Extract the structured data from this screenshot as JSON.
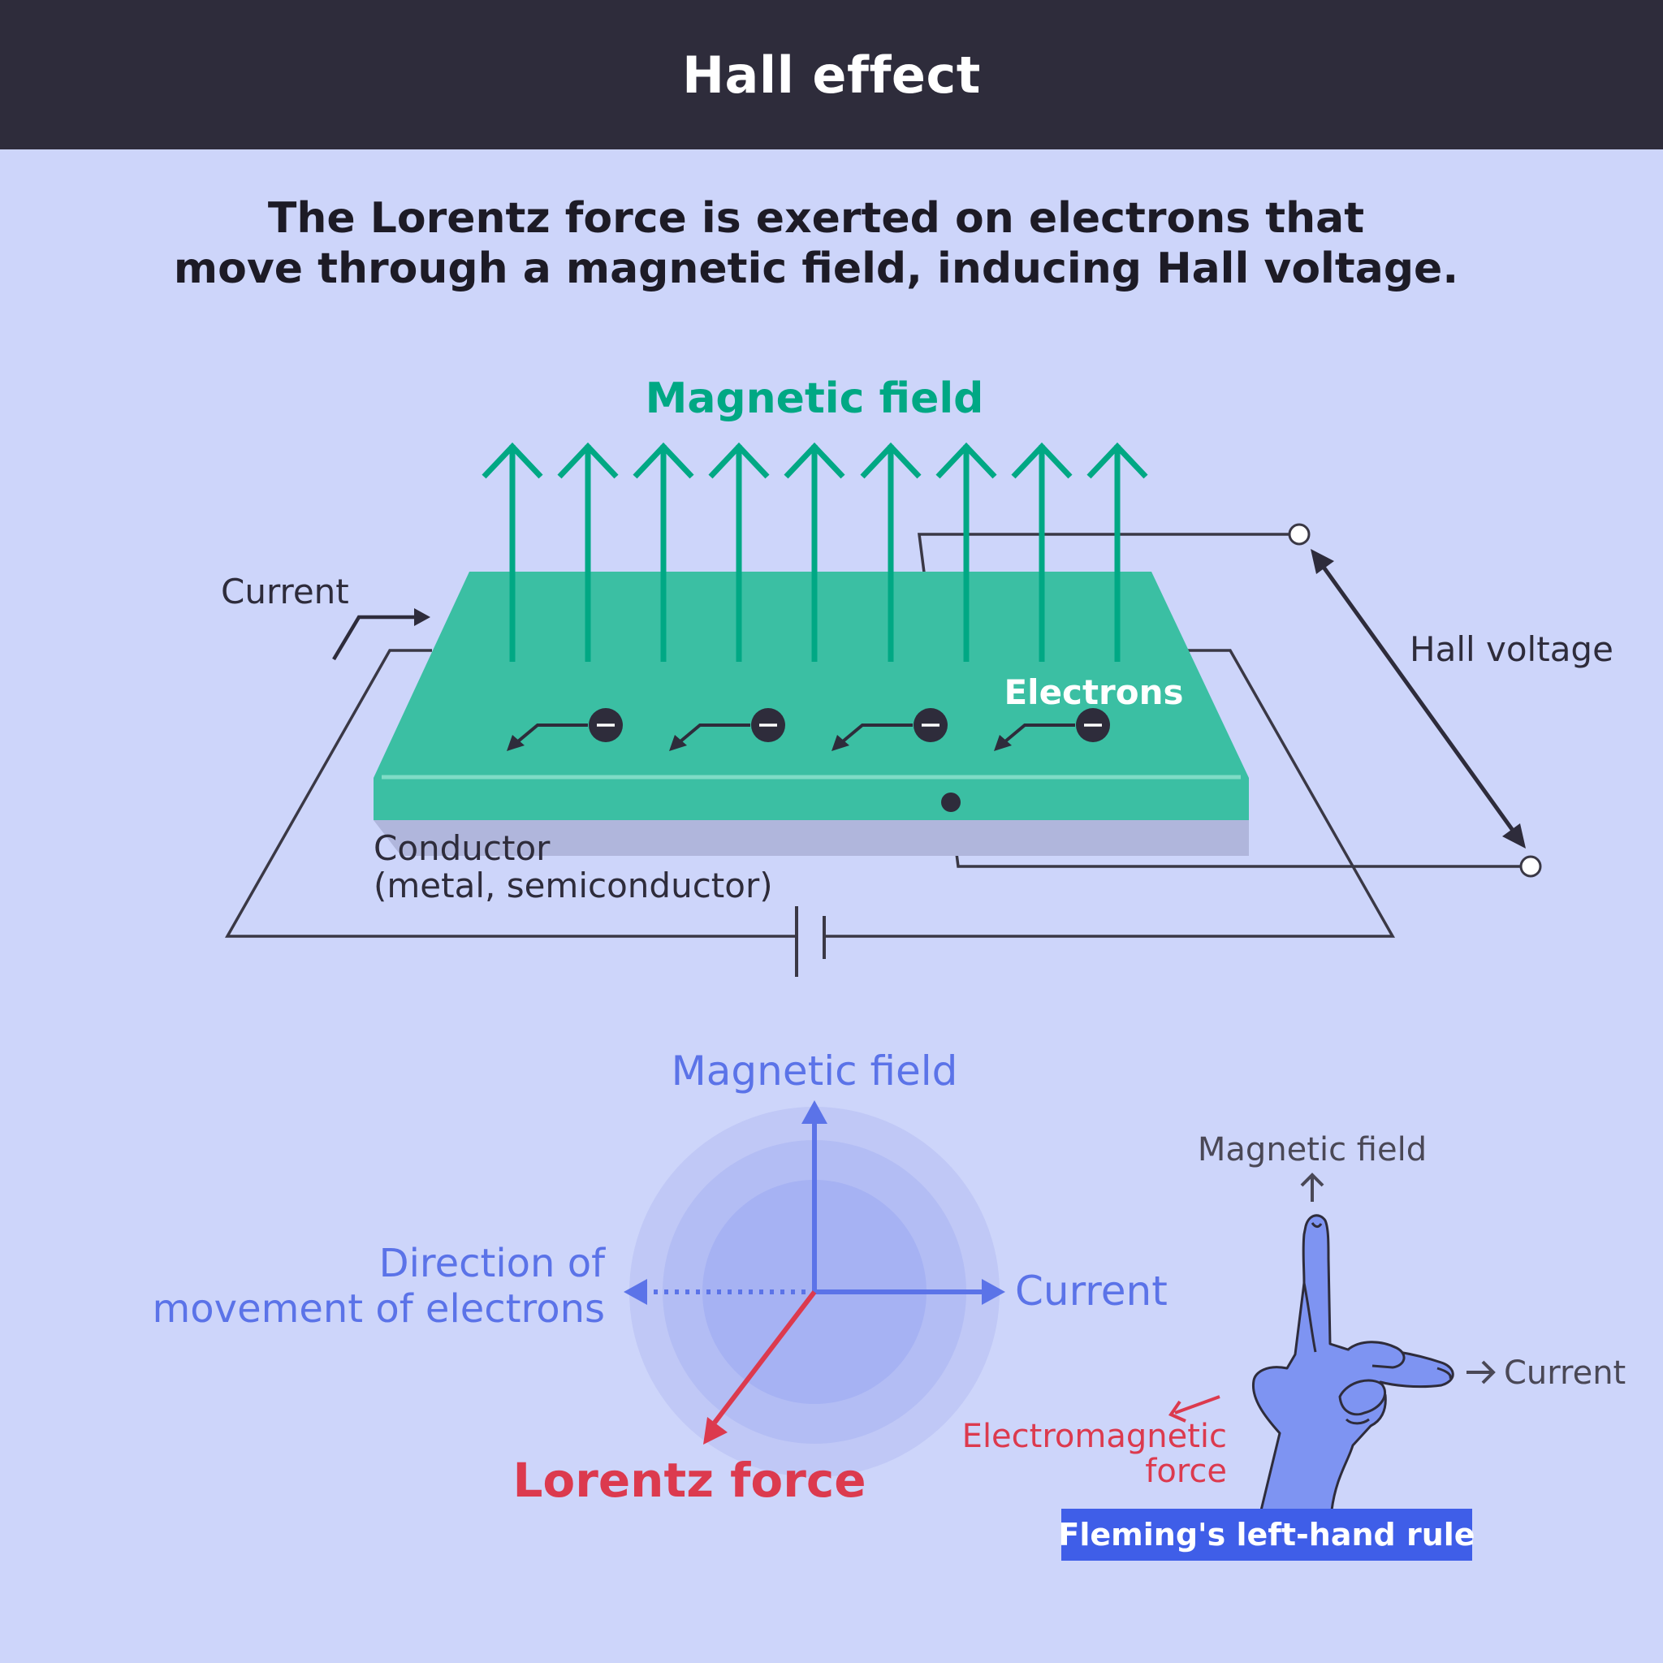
{
  "header": {
    "title": "Hall effect"
  },
  "subtitle": {
    "line1": "The Lorentz force is exerted on electrons that",
    "line2": "move through a magnetic field, inducing Hall voltage."
  },
  "top_diagram": {
    "magnetic_field_label": "Magnetic field",
    "current_label": "Current",
    "electrons_label": "Electrons",
    "hall_voltage_label": "Hall voltage",
    "conductor_label_line1": "Conductor",
    "conductor_label_line2": "(metal, semiconductor)",
    "electron_symbol": "−"
  },
  "axes_diagram": {
    "magnetic_field_label": "Magnetic field",
    "current_label": "Current",
    "electron_direction_line1": "Direction of",
    "electron_direction_line2": "movement of electrons",
    "lorentz_force_label": "Lorentz force"
  },
  "hand_rule": {
    "magnetic_field_label": "Magnetic field",
    "current_label": "Current",
    "force_label_line1": "Electromagnetic",
    "force_label_line2": "force",
    "caption": "Fleming's left-hand rule"
  },
  "colors": {
    "header_bg": "#2e2c3b",
    "background": "#cdd5fa",
    "conductor": "#3bbfa3",
    "field_arrow": "#00a884",
    "wire": "#3a3845",
    "axis_blue": "#5b73e8",
    "lorentz_red": "#dc3a4e",
    "hand": "#7e94f2",
    "caption_bg": "#3f5ee8"
  }
}
